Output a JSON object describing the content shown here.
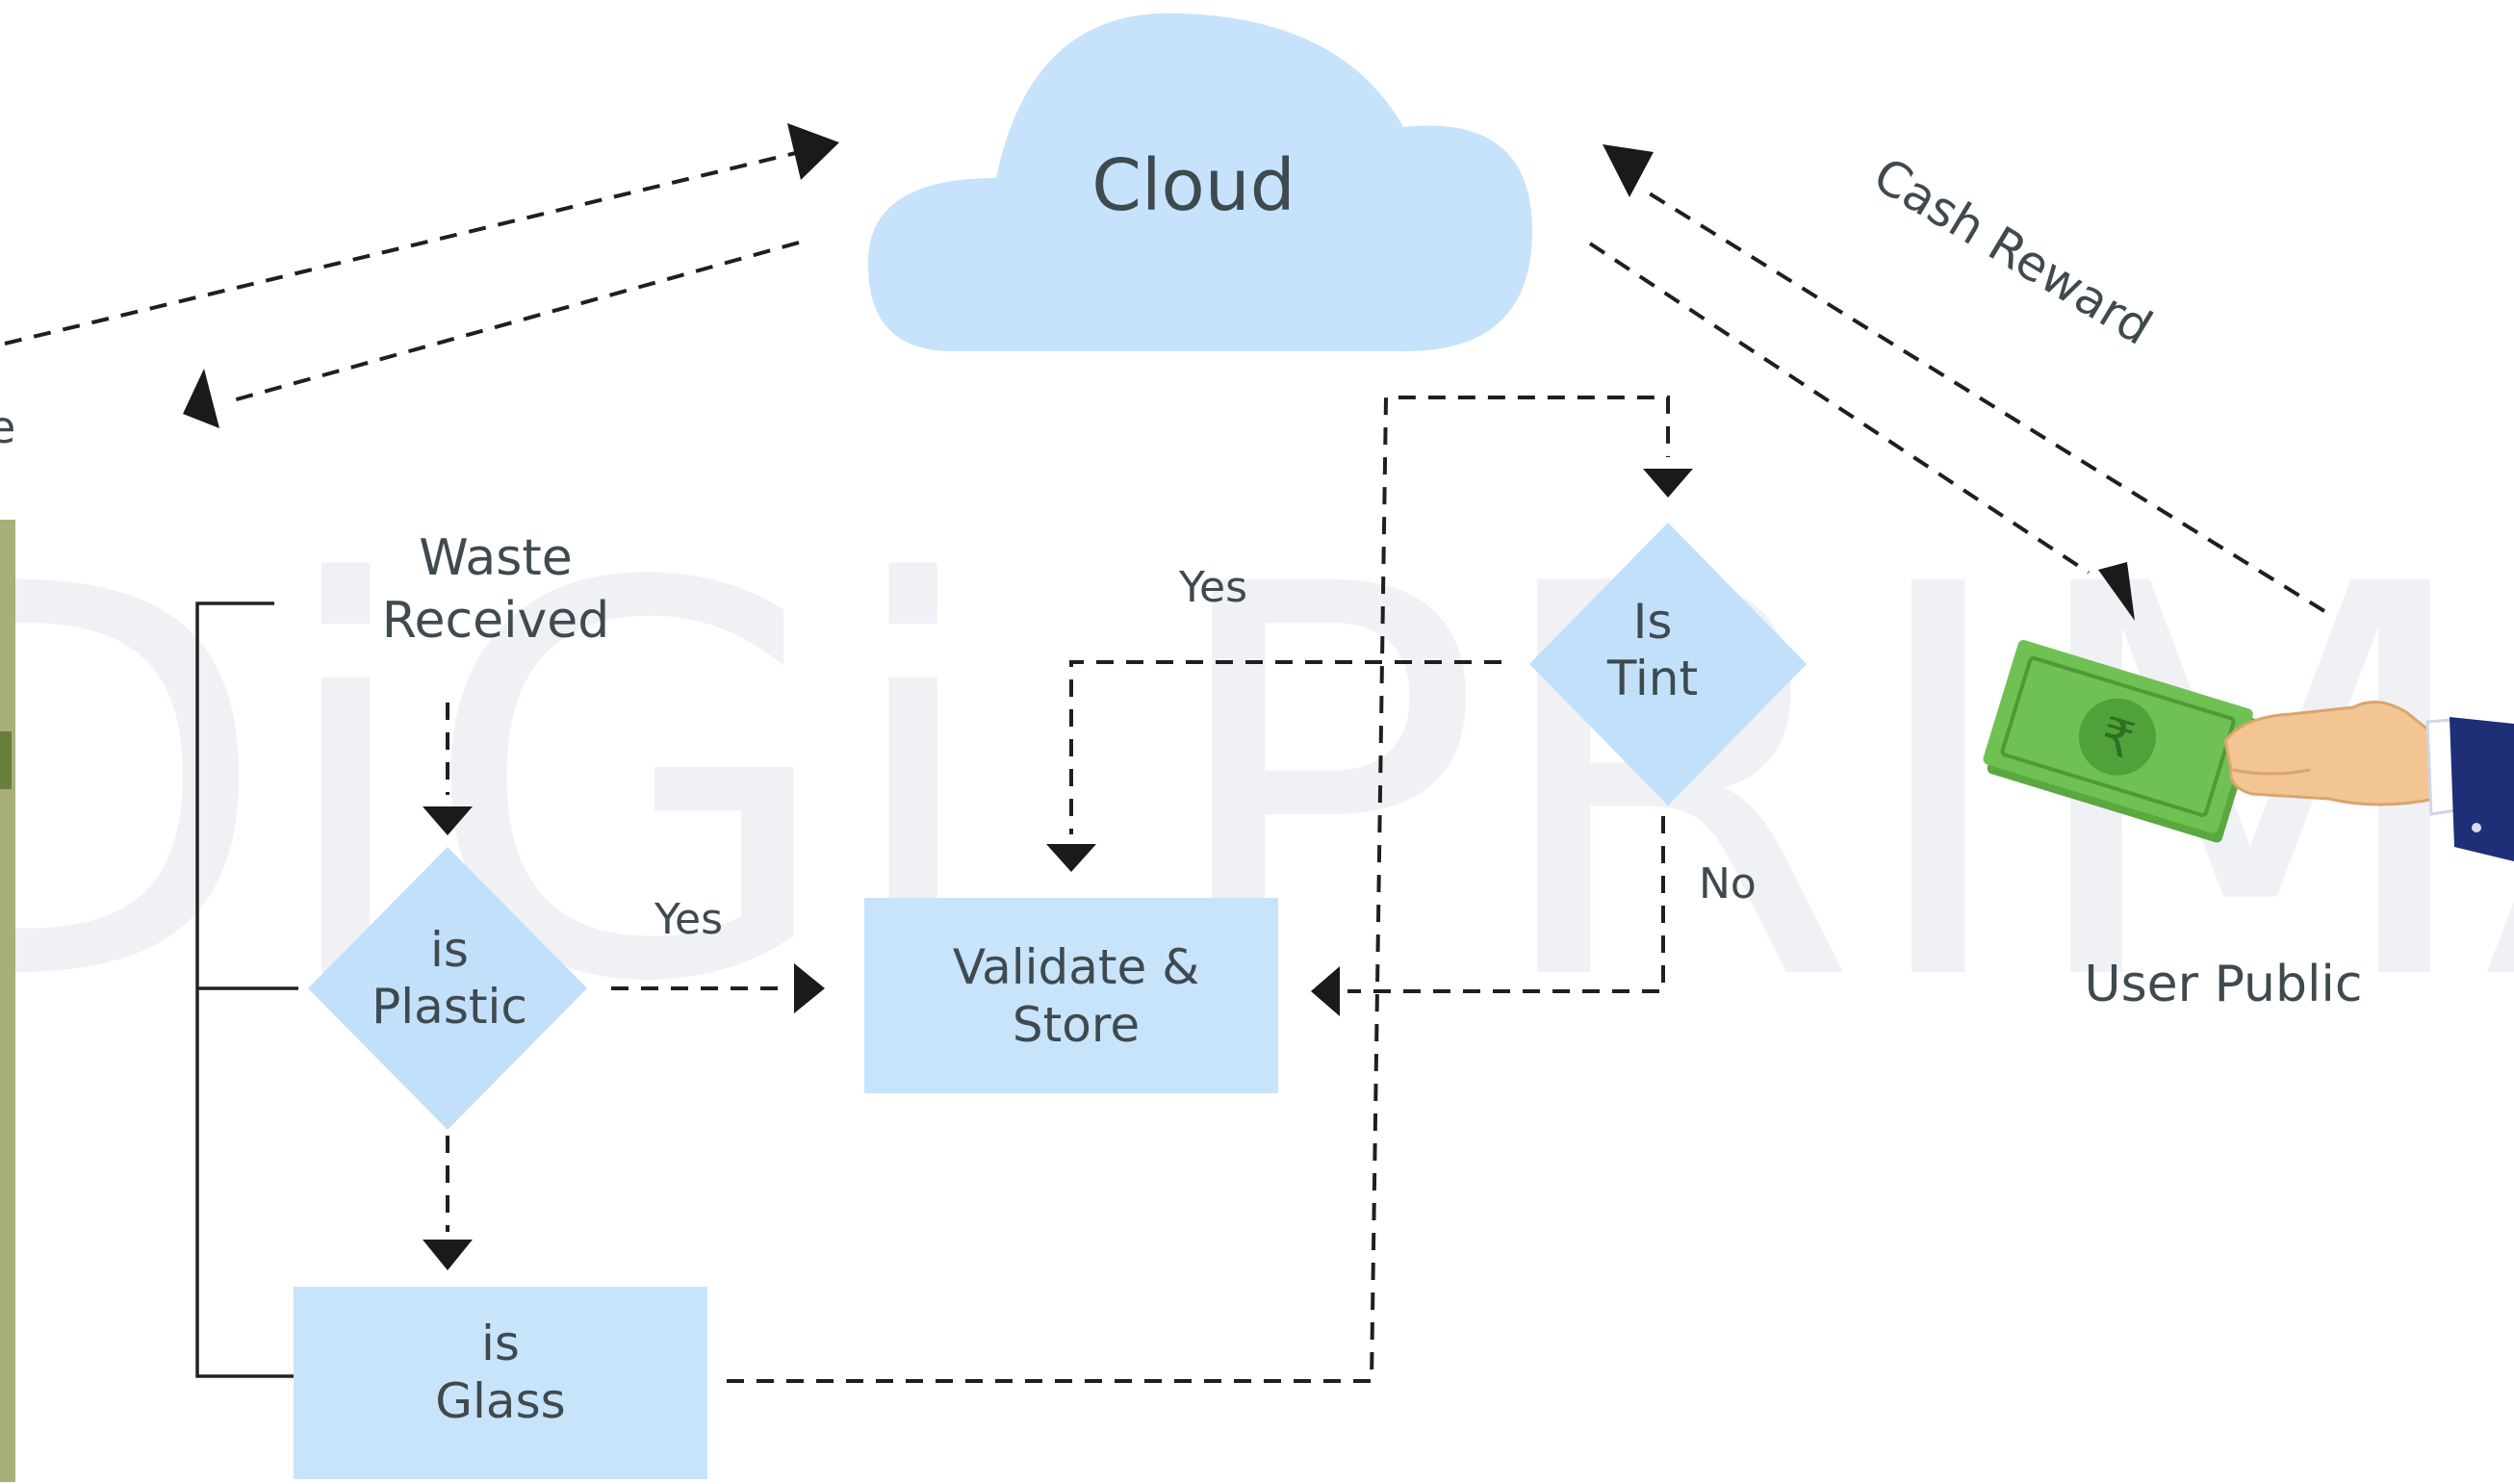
{
  "watermark": "DiGi PRIMA",
  "cloud": {
    "label": "Cloud"
  },
  "nodes": {
    "waste_received": [
      "Waste",
      "Received"
    ],
    "is_plastic": [
      "is",
      "Plastic"
    ],
    "is_glass": [
      "is",
      "Glass"
    ],
    "validate_store": [
      "Validate &",
      "Store"
    ],
    "is_tint": [
      "Is",
      "Tint"
    ]
  },
  "edge_labels": {
    "plastic_yes": "Yes",
    "tint_yes": "Yes",
    "tint_no": "No",
    "cash_reward": "Cash Reward"
  },
  "user": {
    "label": "User Public",
    "currency_symbol": "₹"
  },
  "partial_left_char": "e",
  "colors": {
    "node_fill": "#c8e4fb",
    "diamond_fill": "#c2e0fa",
    "cloud_fill": "#c6e3fb",
    "watermark_gray": "#eef0f5",
    "watermark_cyan": "#e6f9fc",
    "money_green": "#6fc153",
    "sleeve_blue": "#1e2f78",
    "skin": "#f2c593"
  }
}
